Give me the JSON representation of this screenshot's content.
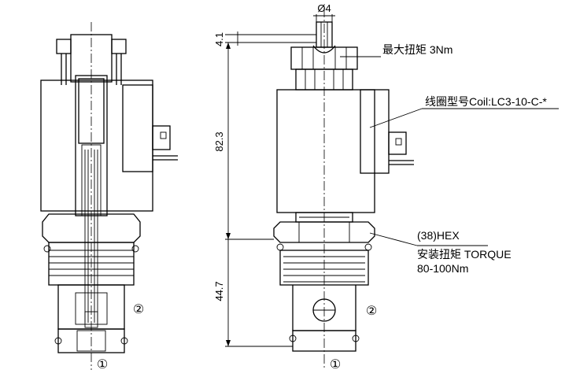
{
  "annotations": {
    "diameter": "Ø4",
    "dim_top": "4.1",
    "dim_body": "82.3",
    "dim_lower": "44.7",
    "max_torque": "最大扭矩  3Nm",
    "coil_model": "线圈型号Coil:LC3-10-C-*",
    "hex_size": "(38)HEX",
    "install_torque": "安装扭矩  TORQUE",
    "torque_range": "80-100Nm"
  },
  "ports": {
    "port1": "①",
    "port2": "②"
  }
}
